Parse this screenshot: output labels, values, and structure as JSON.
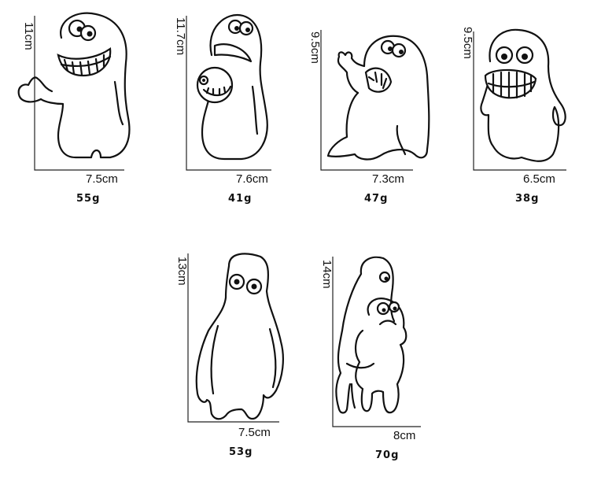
{
  "figures": [
    {
      "id": "figure-1",
      "height": "11cm",
      "width": "7.5cm",
      "weight": "55g"
    },
    {
      "id": "figure-2",
      "height": "11.7cm",
      "width": "7.6cm",
      "weight": "41g"
    },
    {
      "id": "figure-3",
      "height": "9.5cm",
      "width": "7.3cm",
      "weight": "47g"
    },
    {
      "id": "figure-4",
      "height": "9.5cm",
      "width": "6.5cm",
      "weight": "38g"
    },
    {
      "id": "figure-5",
      "height": "13cm",
      "width": "7.5cm",
      "weight": "53g"
    },
    {
      "id": "figure-6",
      "height": "14cm",
      "width": "8cm",
      "weight": "70g"
    }
  ],
  "colors": {
    "ink": "#111111",
    "background": "#ffffff"
  },
  "icons": [
    "thumbs-up-monster-icon",
    "fish-monster-icon",
    "waving-monster-icon",
    "grinning-monster-icon",
    "standing-monster-icon",
    "hugging-monsters-icon"
  ]
}
